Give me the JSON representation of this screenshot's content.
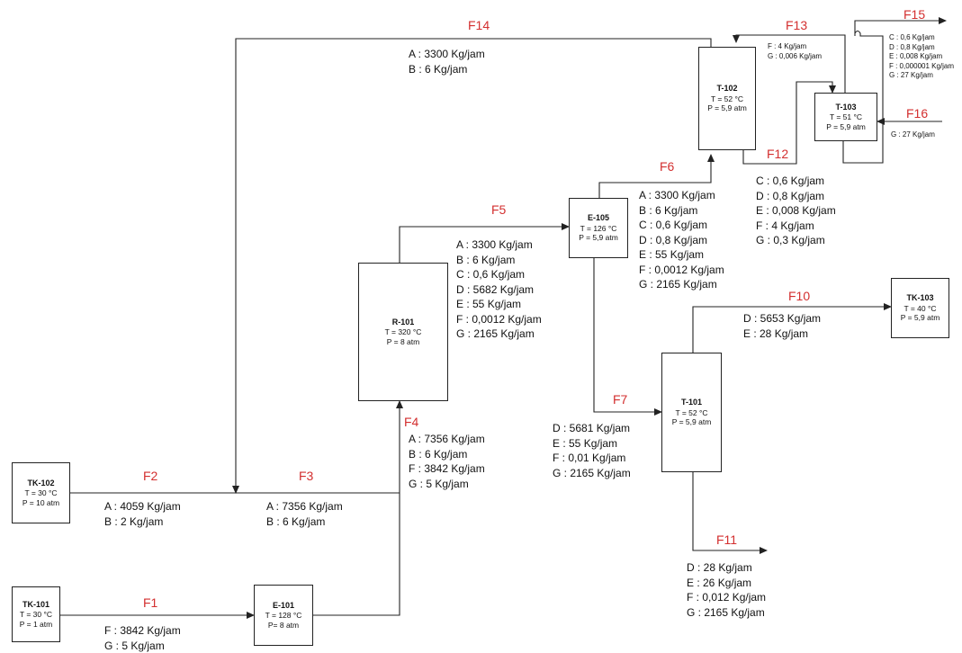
{
  "units": {
    "TK-102": {
      "name": "TK-102",
      "T": "T = 30 °C",
      "P": "P = 10 atm"
    },
    "TK-101": {
      "name": "TK-101",
      "T": "T = 30 °C",
      "P": "P = 1 atm"
    },
    "E-101": {
      "name": "E-101",
      "T": "T = 128 °C",
      "P": "P= 8 atm"
    },
    "R-101": {
      "name": "R-101",
      "T": "T = 320 °C",
      "P": "P = 8 atm"
    },
    "E-105": {
      "name": "E-105",
      "T": "T = 126 °C",
      "P": "P = 5,9 atm"
    },
    "T-102": {
      "name": "T-102",
      "T": "T = 52  °C",
      "P": "P = 5,9 atm"
    },
    "T-103": {
      "name": "T-103",
      "T": "T = 51 °C",
      "P": "P = 5,9 atm"
    },
    "T-101": {
      "name": "T-101",
      "T": "T = 52  °C",
      "P": "P = 5,9 atm"
    },
    "TK-103": {
      "name": "TK-103",
      "T": "T = 40  °C",
      "P": "P = 5,9 atm"
    }
  },
  "streams": {
    "F1": {
      "label": "F1",
      "components": [
        "F : 3842 Kg/jam",
        "G : 5 Kg/jam"
      ]
    },
    "F2": {
      "label": "F2",
      "components": [
        "A : 4059 Kg/jam",
        "B : 2 Kg/jam"
      ]
    },
    "F3": {
      "label": "F3",
      "components": [
        "A : 7356 Kg/jam",
        "B : 6 Kg/jam"
      ]
    },
    "F4": {
      "label": "F4",
      "components": [
        "A : 7356 Kg/jam",
        "B : 6 Kg/jam",
        "F : 3842 Kg/jam",
        "G : 5 Kg/jam"
      ]
    },
    "F5": {
      "label": "F5",
      "components": [
        "A : 3300 Kg/jam",
        "B : 6 Kg/jam",
        "C : 0,6 Kg/jam",
        "D : 5682 Kg/jam",
        "E : 55 Kg/jam",
        "F : 0,0012 Kg/jam",
        "G : 2165 Kg/jam"
      ]
    },
    "F6": {
      "label": "F6",
      "components": [
        "A : 3300 Kg/jam",
        "B : 6 Kg/jam",
        "C : 0,6 Kg/jam",
        "D : 0,8 Kg/jam",
        "E : 55 Kg/jam",
        "F : 0,0012 Kg/jam",
        "G : 2165 Kg/jam"
      ]
    },
    "F7": {
      "label": "F7",
      "components": [
        "D : 5681 Kg/jam",
        "E : 55 Kg/jam",
        "F : 0,01 Kg/jam",
        "G : 2165 Kg/jam"
      ]
    },
    "F10": {
      "label": "F10",
      "components": [
        "D : 5653 Kg/jam",
        "E : 28 Kg/jam"
      ]
    },
    "F11": {
      "label": "F11",
      "components": [
        "D : 28 Kg/jam",
        "E : 26 Kg/jam",
        "F : 0,012 Kg/jam",
        "G : 2165 Kg/jam"
      ]
    },
    "F12": {
      "label": "F12",
      "components": [
        "C : 0,6 Kg/jam",
        "D : 0,8 Kg/jam",
        "E : 0,008 Kg/jam",
        "F : 4 Kg/jam",
        "G : 0,3 Kg/jam"
      ]
    },
    "F13": {
      "label": "F13",
      "components": [
        "F : 4 Kg/jam",
        "G : 0,006 Kg/jam"
      ]
    },
    "F14": {
      "label": "F14",
      "components": [
        "A : 3300 Kg/jam",
        "B : 6 Kg/jam"
      ]
    },
    "F15": {
      "label": "F15",
      "components": [
        "C : 0,6 Kg/jam",
        "D : 0,8 Kg/jam",
        "E : 0,008 Kg/jam",
        "F : 0,000001 Kg/jam",
        "G : 27 Kg/jam"
      ]
    },
    "F16": {
      "label": "F16",
      "components": [
        "G : 27 Kg/jam"
      ]
    }
  },
  "colors": {
    "stream_label": "#d32f2f",
    "line": "#222222"
  }
}
